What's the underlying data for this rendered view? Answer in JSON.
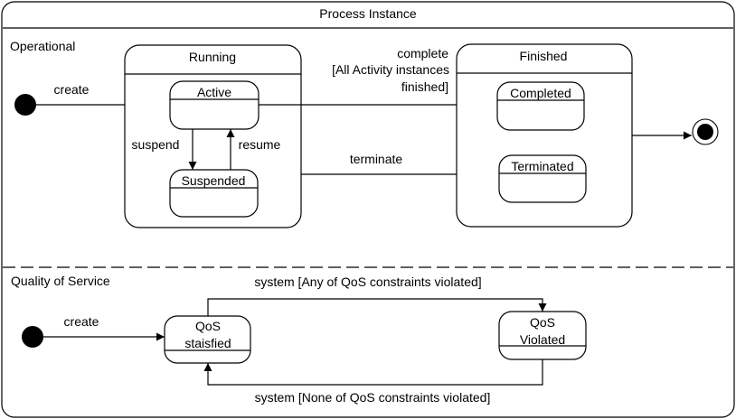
{
  "diagram": {
    "title": "Process Instance",
    "regions": {
      "operational": {
        "label": "Operational",
        "initial_transition": "create",
        "composite_running": {
          "name": "Running",
          "states": {
            "active": "Active",
            "suspended": "Suspended"
          },
          "transitions": {
            "suspend": "suspend",
            "resume": "resume"
          }
        },
        "composite_finished": {
          "name": "Finished",
          "states": {
            "completed": "Completed",
            "terminated": "Terminated"
          }
        },
        "transitions": {
          "complete_line1": "complete",
          "complete_line2": "[All Activity instances",
          "complete_line3": "finished]",
          "terminate": "terminate"
        }
      },
      "qos": {
        "label": "Quality of Service",
        "initial_transition": "create",
        "states": {
          "satisfied_line1": "QoS",
          "satisfied_line2": "staisfied",
          "violated_line1": "QoS",
          "violated_line2": "Violated"
        },
        "transitions": {
          "to_violated": "system [Any of QoS constraints violated]",
          "to_satisfied": "system [None of QoS constraints violated]"
        }
      }
    }
  }
}
